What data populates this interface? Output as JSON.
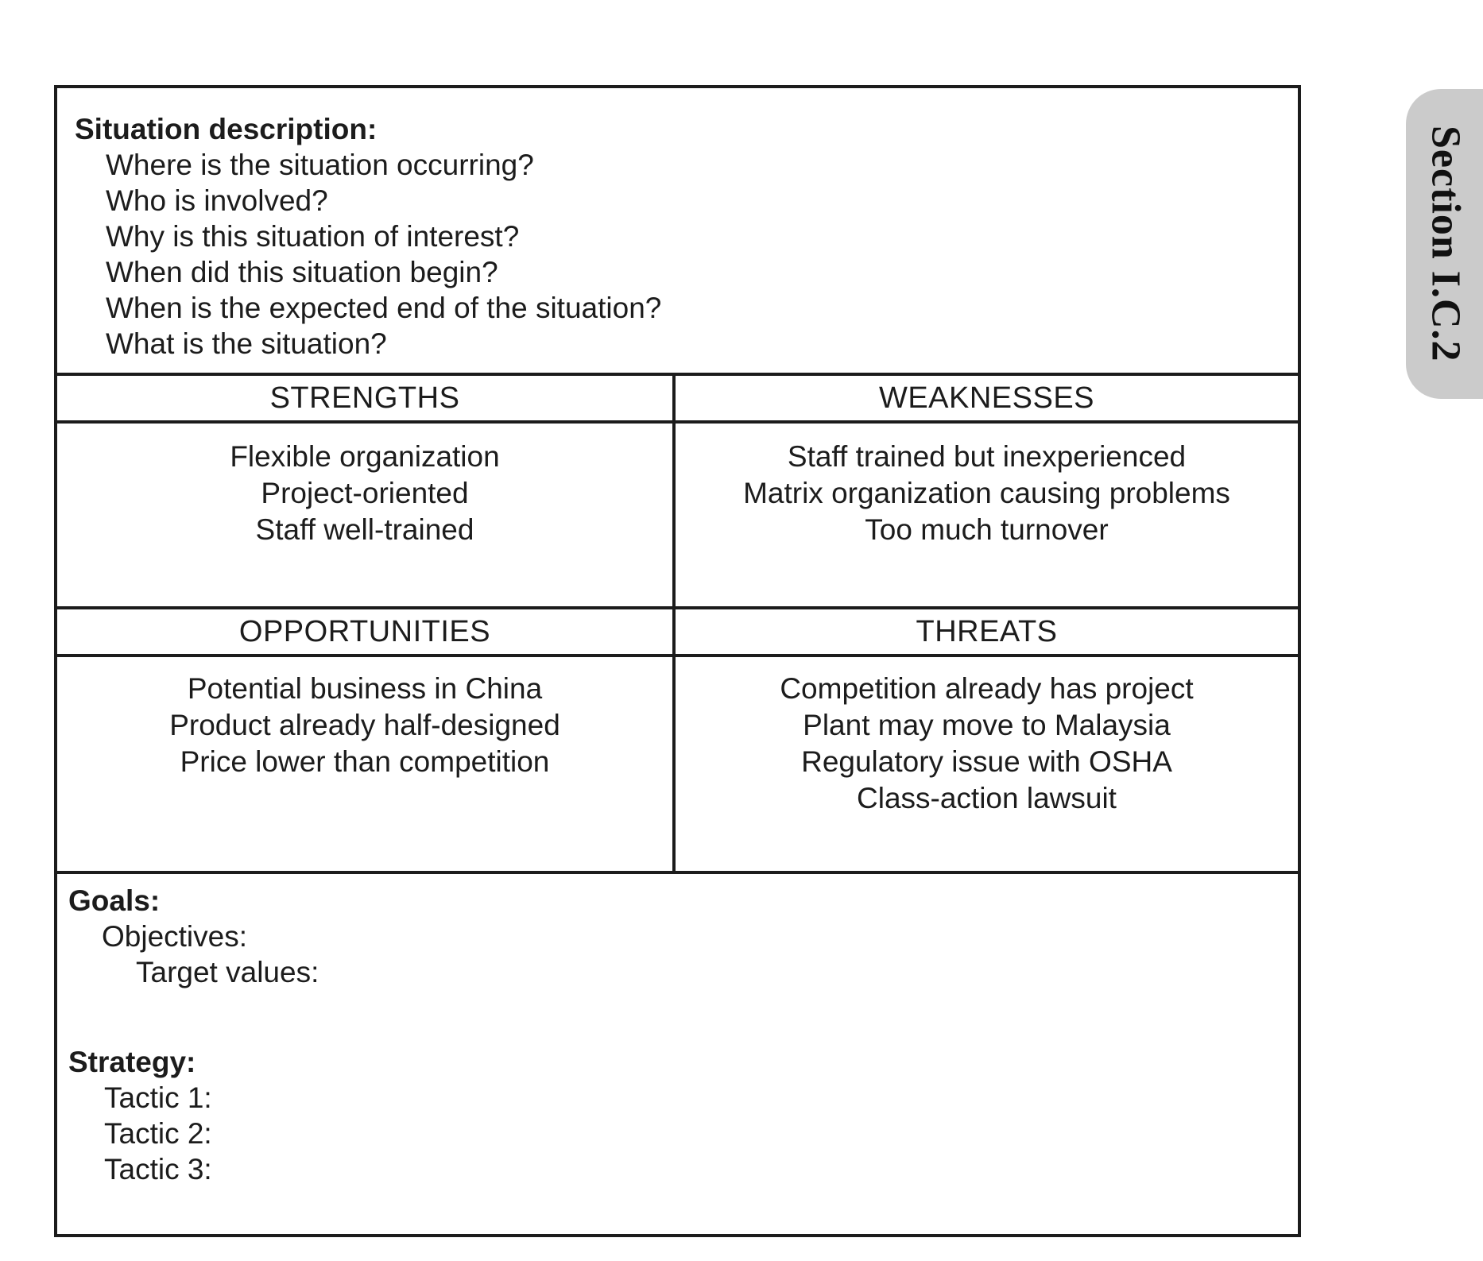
{
  "tab": {
    "label": "Section I.C.2"
  },
  "situation": {
    "title": "Situation description:",
    "questions": [
      "Where is the situation occurring?",
      "Who is involved?",
      "Why is this situation of interest?",
      "When did this situation begin?",
      "When is the expected end of the situation?",
      "What is the situation?"
    ]
  },
  "swot": {
    "strengths": {
      "header": "STRENGTHS",
      "items": [
        "Flexible organization",
        "Project-oriented",
        "Staff well-trained"
      ]
    },
    "weaknesses": {
      "header": "WEAKNESSES",
      "items": [
        "Staff trained but inexperienced",
        "Matrix organization causing problems",
        "Too much turnover"
      ]
    },
    "opportunities": {
      "header": "OPPORTUNITIES",
      "items": [
        "Potential business in China",
        "Product already half-designed",
        "Price lower than competition"
      ]
    },
    "threats": {
      "header": "THREATS",
      "items": [
        "Competition already has project",
        "Plant may move to Malaysia",
        "Regulatory issue with OSHA",
        "Class-action lawsuit"
      ]
    }
  },
  "goals": {
    "title": "Goals:",
    "objectives_label": "Objectives:",
    "target_values_label": "Target values:"
  },
  "strategy": {
    "title": "Strategy:",
    "tactics": [
      "Tactic 1:",
      "Tactic 2:",
      "Tactic 3:"
    ]
  },
  "colors": {
    "background": "#ffffff",
    "border": "#1c1c1c",
    "text": "#1c1c1c",
    "tab_background": "#cbcbcb"
  }
}
